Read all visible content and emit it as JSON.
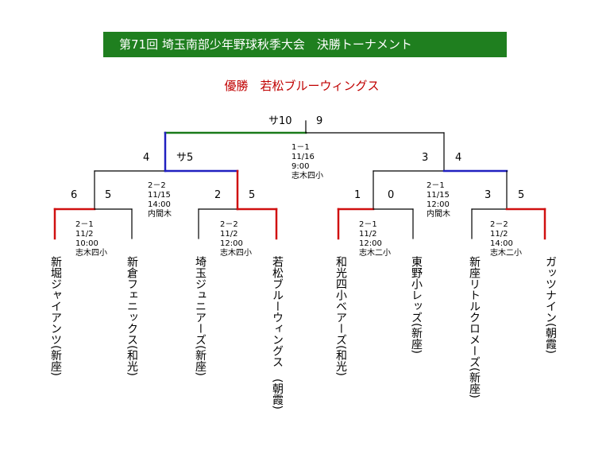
{
  "title": "第71回 埼玉南部少年野球秋季大会　決勝トーナメント",
  "champion": "優勝　若松ブルーウィングス",
  "colors": {
    "banner": "#1f7f1f",
    "win": "#d01010",
    "final_win": "#1a7a1a",
    "semi_win": "#2020c0",
    "line": "#000000",
    "champion_text": "#c00000"
  },
  "final": {
    "left_score": "サ10",
    "right_score": "9",
    "info": "1－1\n11/16\n9:00\n志木四小"
  },
  "semis": [
    {
      "left_score": "4",
      "right_score": "サ5",
      "info": "2－2\n11/15\n14:00\n内間木"
    },
    {
      "left_score": "3",
      "right_score": "4",
      "info": "2－1\n11/15\n12:00\n内間木"
    }
  ],
  "first_round": [
    {
      "left_score": "6",
      "right_score": "5",
      "info": "2－1\n11/2\n10:00\n志木四小"
    },
    {
      "left_score": "2",
      "right_score": "5",
      "info": "2－2\n11/2\n12:00\n志木四小"
    },
    {
      "left_score": "1",
      "right_score": "0",
      "info": "2－1\n11/2\n12:00\n志木二小"
    },
    {
      "left_score": "3",
      "right_score": "5",
      "info": "2－2\n11/2\n14:00\n志木二小"
    }
  ],
  "teams": [
    "新堀ジャイアンツ(新座)",
    "新倉フェニックス(和光)",
    "埼玉ジュニアーズ(新座)",
    "若松ブルーウィングス　(朝霞)",
    "和光四小ベアーズ(和光)",
    "東野小レッズ(新座)",
    "新座リトルクロメーズ(新座)",
    "ガッツナイン(朝霞)"
  ]
}
